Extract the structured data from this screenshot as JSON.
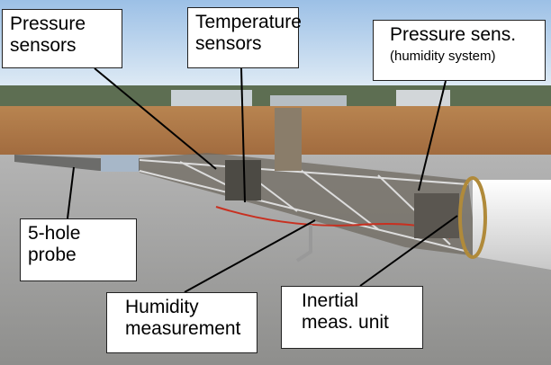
{
  "labels": {
    "pressure_sensors": {
      "line1": "Pressure",
      "line2": "sensors"
    },
    "temperature_sensors": {
      "line1": "Temperature",
      "line2": "sensors"
    },
    "pressure_sens_humidity": {
      "line1": "Pressure sens.",
      "line2": "(humidity system)"
    },
    "five_hole_probe": {
      "line1": "5-hole",
      "line2": "probe"
    },
    "humidity_measurement": {
      "line1": "Humidity",
      "line2": "measurement"
    },
    "inertial_unit": {
      "line1": "Inertial",
      "line2": "meas. unit"
    }
  }
}
